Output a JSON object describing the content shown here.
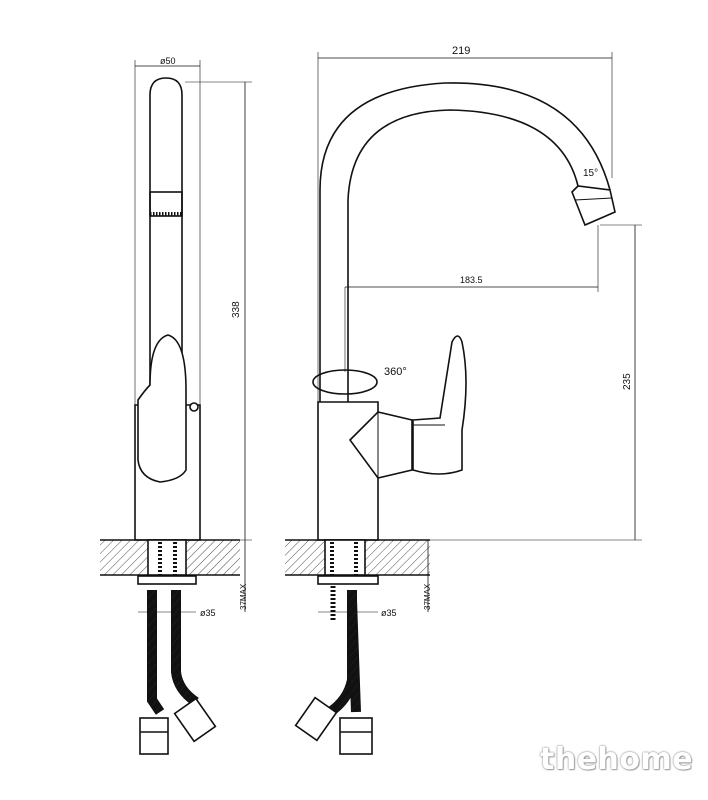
{
  "dimensions": {
    "base_diameter": "ø50",
    "total_height": "338",
    "reach": "219",
    "spout_angle": "15°",
    "spout_offset": "183.5",
    "rotation": "360°",
    "spout_height": "235",
    "counter_max_left": "37MAX",
    "counter_max_right": "37MAX",
    "hole_diameter_left": "ø35",
    "hole_diameter_right": "ø35"
  },
  "watermark": "thehome"
}
